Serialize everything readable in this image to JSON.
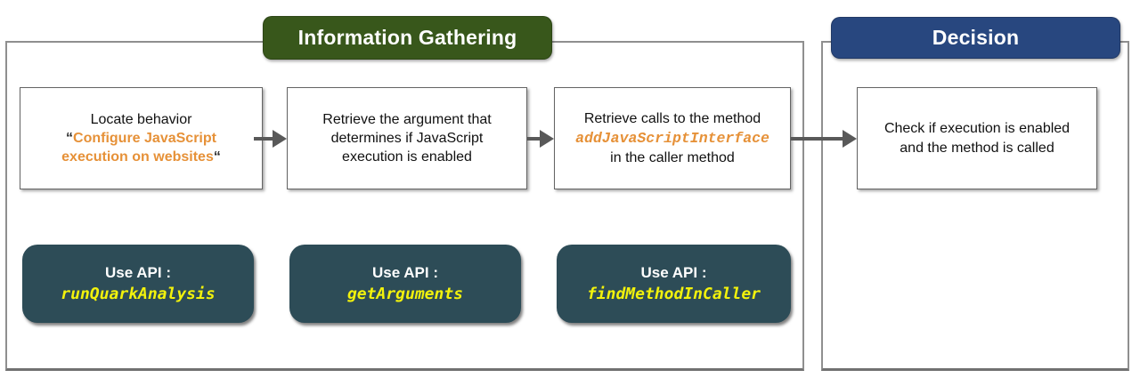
{
  "sections": {
    "information_gathering": {
      "title": "Information Gathering"
    },
    "decision": {
      "title": "Decision"
    }
  },
  "steps": [
    {
      "line1": "Locate behavior",
      "quote_open": "“",
      "behavior": "Configure JavaScript execution on websites",
      "quote_close": "“"
    },
    {
      "text": "Retrieve the argument that determines if JavaScript execution is enabled"
    },
    {
      "line1": "Retrieve calls to the method",
      "code": "addJavaScriptInterface",
      "line3": "in the caller method"
    },
    {
      "text": "Check if execution is enabled and the method is called"
    }
  ],
  "api_boxes": [
    {
      "label": "Use API :",
      "name": "runQuarkAnalysis"
    },
    {
      "label": "Use API :",
      "name": "getArguments"
    },
    {
      "label": "Use API :",
      "name": "findMethodInCaller"
    }
  ],
  "colors": {
    "section_header_green": "#38571B",
    "section_header_blue": "#28477F",
    "api_box_teal": "#2D4C57",
    "highlight_orange": "#E69138",
    "api_name_yellow": "#F2F20C",
    "arrow_gray": "#595959"
  }
}
